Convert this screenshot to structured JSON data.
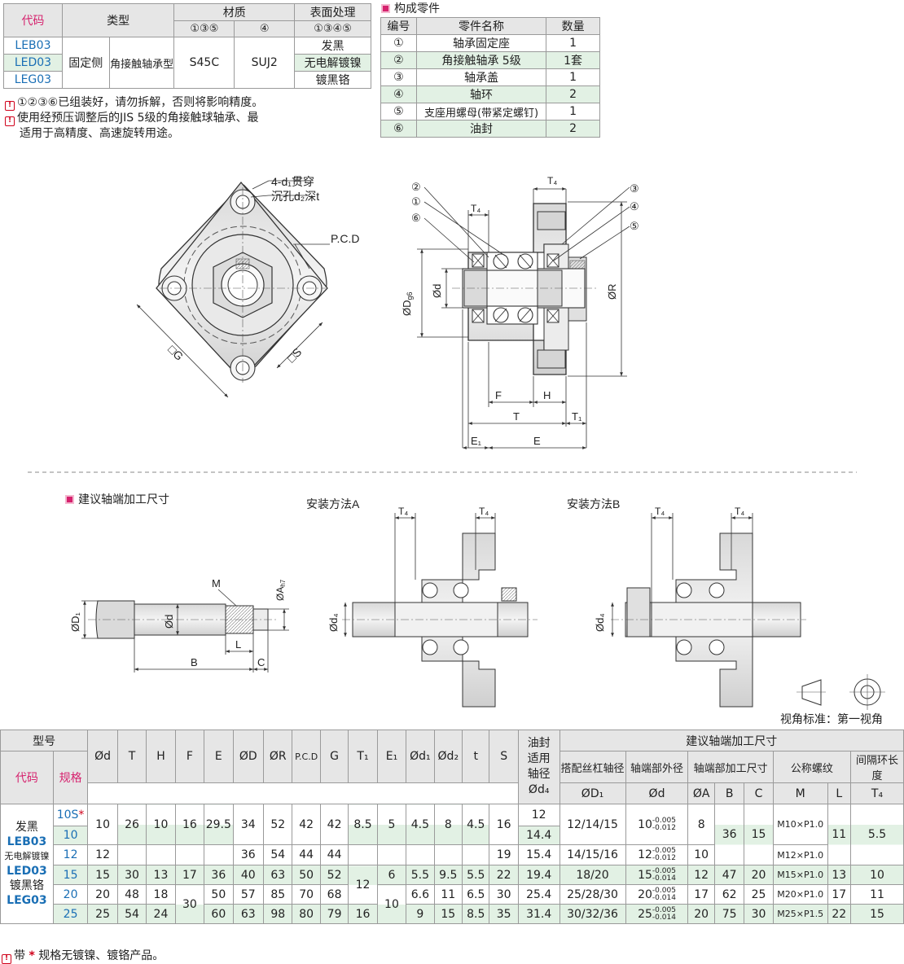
{
  "top_table": {
    "headers": {
      "code": "代码",
      "type": "类型",
      "material": "材质",
      "surface": "表面处理",
      "mat_a": "①③⑤",
      "mat_b": "④",
      "surf_sub": "①③④⑤"
    },
    "rows": [
      {
        "code": "LEB03",
        "surface": "发黑"
      },
      {
        "code": "LED03",
        "side": "固定侧",
        "bearing_type": "角接触轴承型",
        "mat_a": "S45C",
        "mat_b": "SUJ2",
        "surface": "无电解镀镍"
      },
      {
        "code": "LEG03",
        "surface": "镀黑铬"
      }
    ]
  },
  "notes_top": [
    "①②③⑥已组装好，请勿拆解，否则将影响精度。",
    "使用经预压调整后的JIS 5级的角接触球轴承、最",
    "适用于高精度、高速旋转用途。"
  ],
  "parts": {
    "title": "构成零件",
    "headers": [
      "编号",
      "零件名称",
      "数量"
    ],
    "rows": [
      [
        "①",
        "轴承固定座",
        "1"
      ],
      [
        "②",
        "角接触轴承 5级",
        "1套"
      ],
      [
        "③",
        "轴承盖",
        "1"
      ],
      [
        "④",
        "轴环",
        "2"
      ],
      [
        "⑤",
        "支座用螺母(带紧定螺钉)",
        "1"
      ],
      [
        "⑥",
        "油封",
        "2"
      ]
    ]
  },
  "drawing_labels": {
    "holes": "4-d₁贯穿",
    "counterbore": "沉孔d₂深t",
    "pcd": "P.C.D",
    "g": "□G",
    "s": "□S",
    "od": "ØD",
    "od_sub": "g6",
    "d": "Ød",
    "r": "ØR",
    "t4": "T₄",
    "f": "F",
    "h": "H",
    "t": "T",
    "t1": "T₁",
    "e1": "E₁",
    "e": "E",
    "c1": "①",
    "c2": "②",
    "c3": "③",
    "c4": "④",
    "c5": "⑤",
    "c6": "⑥"
  },
  "shaft_section": {
    "title": "建议轴端加工尺寸",
    "labels": {
      "m": "M",
      "a": "ØA",
      "a_sub": "h7",
      "d1": "ØD₁",
      "d": "Ød",
      "l": "L",
      "b": "B",
      "c": "C"
    }
  },
  "mount_a": {
    "title": "安装方法A",
    "t4": "T₄",
    "d4": "Ød₄"
  },
  "mount_b": {
    "title": "安装方法B",
    "t4": "T₄",
    "d4": "Ød₄"
  },
  "view_standard": "视角标准：第一视角",
  "dim_table": {
    "group_model": "型号",
    "code": "代码",
    "spec": "规格",
    "cols": [
      "Ød",
      "T",
      "H",
      "F",
      "E",
      "ØD",
      "ØR",
      "P.C.D",
      "G",
      "T₁",
      "E₁",
      "Ød₁",
      "Ød₂",
      "t",
      "S"
    ],
    "seal_header": [
      "油封",
      "适用",
      "轴径"
    ],
    "seal_sub": "Ød₄",
    "shaft_group": "建议轴端加工尺寸",
    "shaft_cols": [
      "搭配丝杠轴径",
      "轴端部外径",
      "轴端部加工尺寸",
      "公称螺纹",
      "间隔环长度"
    ],
    "shaft_sub": [
      "ØD₁",
      "Ød",
      "ØA",
      "B",
      "C",
      "M",
      "L",
      "T₄"
    ],
    "codes": [
      {
        "surface": "发黑",
        "code": "LEB03"
      },
      {
        "surface": "无电解镀镍",
        "code": "LED03"
      },
      {
        "surface": "镀黑铬",
        "code": "LEG03"
      }
    ],
    "spec_star": "*",
    "rows": [
      {
        "spec": "10S",
        "d": "10",
        "T": "26",
        "H": "10",
        "F": "16",
        "E": "29.5",
        "D": "34",
        "R": "52",
        "pcd": "42",
        "G": "42",
        "T1": "8.5",
        "E1": "5",
        "d1": "4.5",
        "d2": "8",
        "t": "4.5",
        "S": "16",
        "d4": "12",
        "D1": "12/14/15",
        "sd": "10",
        "tol_up": "-0.005",
        "tol_lo": "-0.012",
        "A": "8",
        "B": "36",
        "C": "15",
        "M": "M10×P1.0",
        "L": "11",
        "T4": "5.5"
      },
      {
        "spec": "10",
        "d4": "14.4"
      },
      {
        "spec": "12",
        "d": "12",
        "D": "36",
        "R": "54",
        "pcd": "44",
        "G": "44",
        "S": "19",
        "d4": "15.4",
        "D1": "14/15/16",
        "sd": "12",
        "tol_up": "-0.005",
        "tol_lo": "-0.012",
        "A": "10",
        "M": "M12×P1.0"
      },
      {
        "spec": "15",
        "d": "15",
        "T": "30",
        "H": "13",
        "F": "17",
        "E": "36",
        "D": "40",
        "R": "63",
        "pcd": "50",
        "G": "52",
        "E1": "6",
        "d1": "5.5",
        "d2": "9.5",
        "t": "5.5",
        "S": "22",
        "d4": "19.4",
        "D1": "18/20",
        "sd": "15",
        "tol_up": "-0.005",
        "tol_lo": "-0.014",
        "A": "12",
        "B": "47",
        "C": "20",
        "M": "M15×P1.0",
        "L": "13",
        "T4": "10"
      },
      {
        "spec": "20",
        "d": "20",
        "T": "48",
        "H": "18",
        "F": "30",
        "E": "50",
        "D": "57",
        "R": "85",
        "pcd": "70",
        "G": "68",
        "T1": "12",
        "E1": "10",
        "d1": "6.6",
        "d2": "11",
        "t": "6.5",
        "S": "30",
        "d4": "25.4",
        "D1": "25/28/30",
        "sd": "20",
        "tol_up": "-0.005",
        "tol_lo": "-0.014",
        "A": "17",
        "B": "62",
        "C": "25",
        "M": "M20×P1.0",
        "L": "17",
        "T4": "11"
      },
      {
        "spec": "25",
        "d": "25",
        "T": "54",
        "H": "24",
        "E": "60",
        "D": "63",
        "R": "98",
        "pcd": "80",
        "G": "79",
        "T1": "16",
        "d1": "9",
        "d2": "15",
        "t": "8.5",
        "S": "35",
        "d4": "31.4",
        "D1": "30/32/36",
        "sd": "25",
        "tol_up": "-0.005",
        "tol_lo": "-0.014",
        "A": "20",
        "B": "75",
        "C": "30",
        "M": "M25×P1.5",
        "L": "22",
        "T4": "15"
      }
    ]
  },
  "bottom_note": {
    "prefix": "带 ",
    "star": "*",
    "text": " 规格无镀镍、镀铬产品。"
  }
}
